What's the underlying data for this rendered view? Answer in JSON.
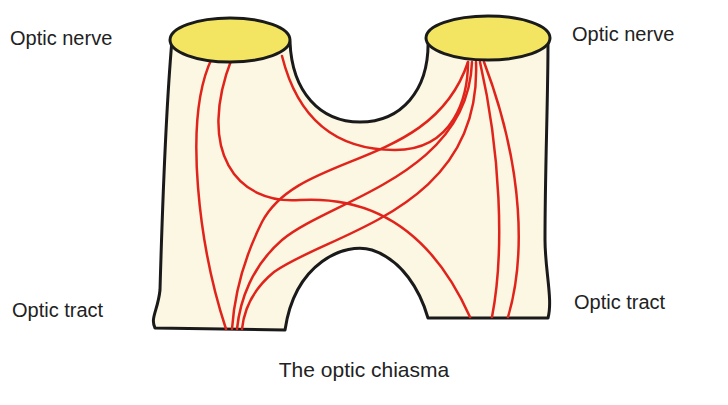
{
  "diagram": {
    "caption": "The optic chiasma",
    "labels": [
      "Optic nerve",
      "Optic nerve",
      "Optic tract",
      "Optic tract"
    ]
  }
}
